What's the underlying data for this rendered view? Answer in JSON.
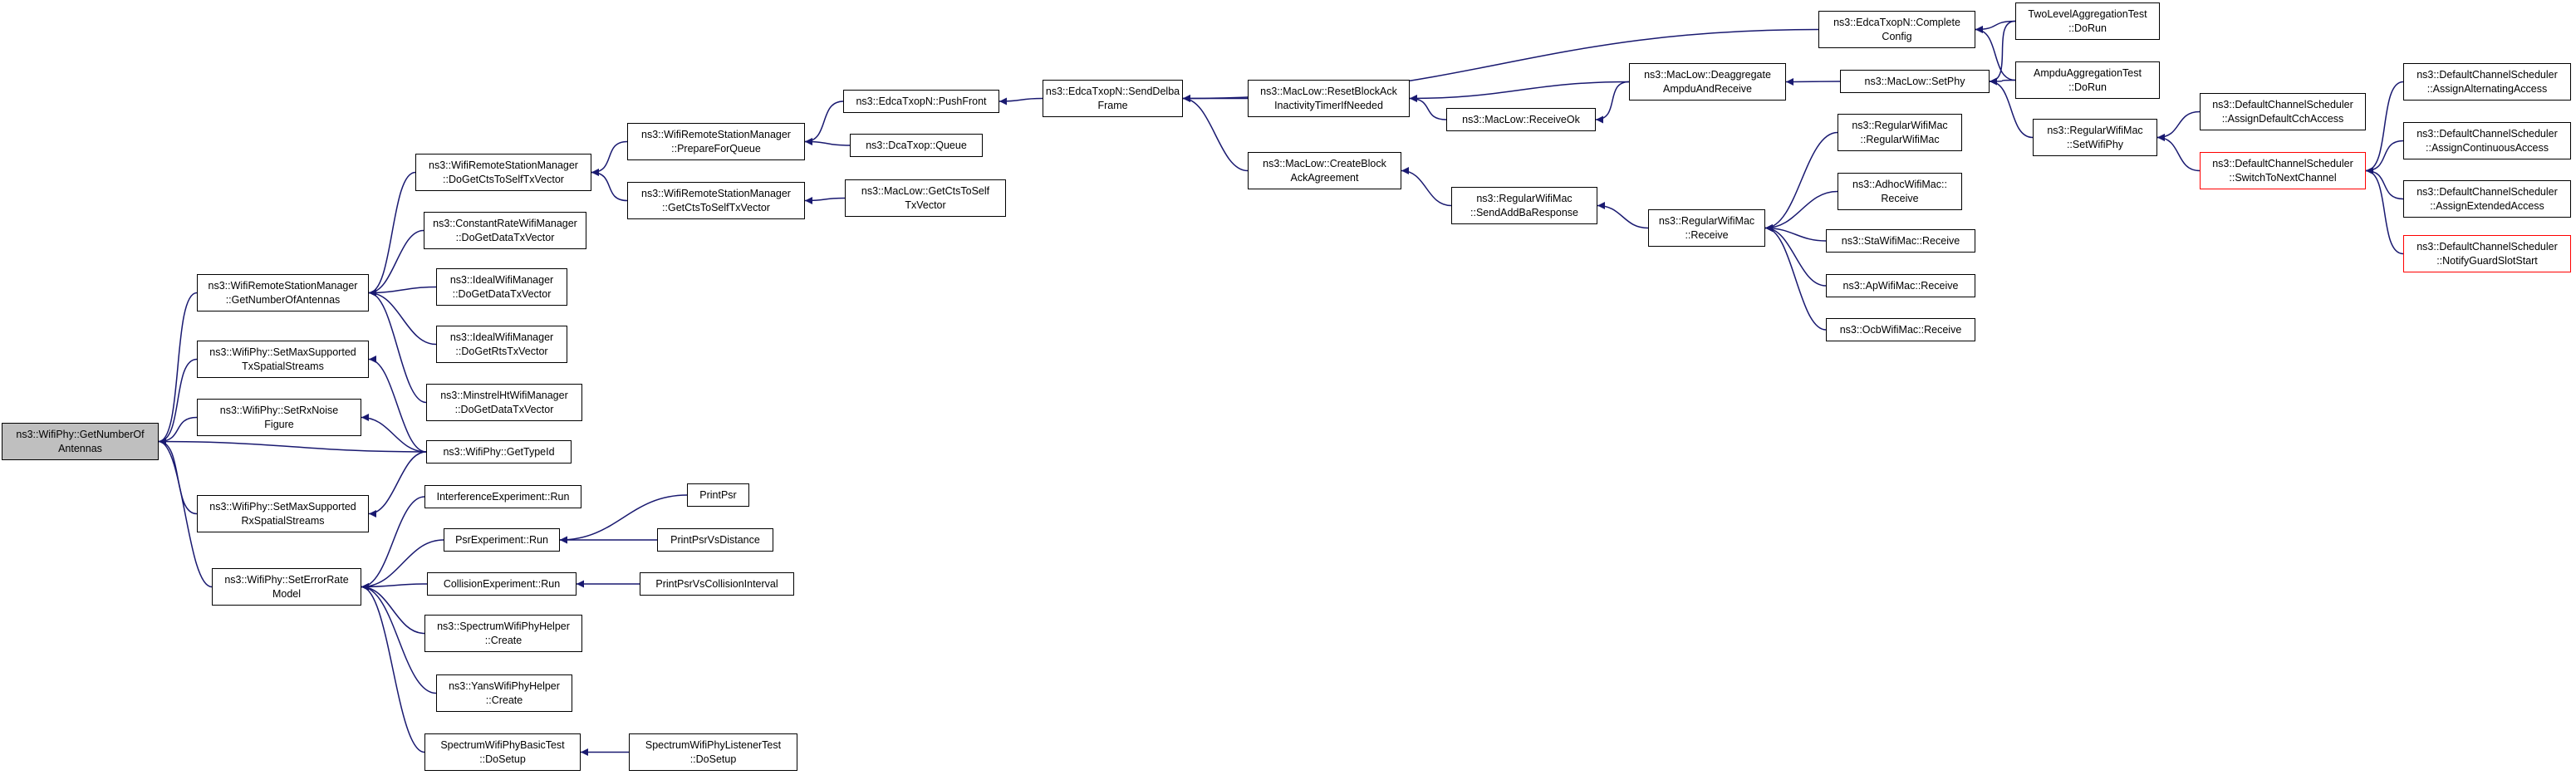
{
  "colors": {
    "edge": "#191970",
    "focus_fill": "#bfbfbf",
    "highlight_border": "#ff0000"
  },
  "nodes": [
    {
      "id": "focus",
      "lines": [
        "ns3::WifiPhy::GetNumberOf",
        "Antennas"
      ],
      "focus": true
    },
    {
      "id": "wrsmGetNum",
      "lines": [
        "ns3::WifiRemoteStationManager",
        "::GetNumberOfAntennas"
      ]
    },
    {
      "id": "setMaxTx",
      "lines": [
        "ns3::WifiPhy::SetMaxSupported",
        "TxSpatialStreams"
      ]
    },
    {
      "id": "setRxNoise",
      "lines": [
        "ns3::WifiPhy::SetRxNoise",
        "Figure"
      ]
    },
    {
      "id": "setMaxRx",
      "lines": [
        "ns3::WifiPhy::SetMaxSupported",
        "RxSpatialStreams"
      ]
    },
    {
      "id": "setErr",
      "lines": [
        "ns3::WifiPhy::SetErrorRate",
        "Model"
      ]
    },
    {
      "id": "wrsmCtsDo",
      "lines": [
        "ns3::WifiRemoteStationManager",
        "::DoGetCtsToSelfTxVector"
      ]
    },
    {
      "id": "constRate",
      "lines": [
        "ns3::ConstantRateWifiManager",
        "::DoGetDataTxVector"
      ]
    },
    {
      "id": "idealData",
      "lines": [
        "ns3::IdealWifiManager",
        "::DoGetDataTxVector"
      ]
    },
    {
      "id": "idealRts",
      "lines": [
        "ns3::IdealWifiManager",
        "::DoGetRtsTxVector"
      ]
    },
    {
      "id": "minstrel",
      "lines": [
        "ns3::MinstrelHtWifiManager",
        "::DoGetDataTxVector"
      ]
    },
    {
      "id": "getTypeId",
      "lines": [
        "ns3::WifiPhy::GetTypeId"
      ]
    },
    {
      "id": "interfRun",
      "lines": [
        "InterferenceExperiment::Run"
      ]
    },
    {
      "id": "psrRun",
      "lines": [
        "PsrExperiment::Run"
      ]
    },
    {
      "id": "collRun",
      "lines": [
        "CollisionExperiment::Run"
      ]
    },
    {
      "id": "specCreate",
      "lines": [
        "ns3::SpectrumWifiPhyHelper",
        "::Create"
      ]
    },
    {
      "id": "yansCreate",
      "lines": [
        "ns3::YansWifiPhyHelper",
        "::Create"
      ]
    },
    {
      "id": "specBasic",
      "lines": [
        "SpectrumWifiPhyBasicTest",
        "::DoSetup"
      ]
    },
    {
      "id": "specListen",
      "lines": [
        "SpectrumWifiPhyListenerTest",
        "::DoSetup"
      ]
    },
    {
      "id": "printPsr",
      "lines": [
        "PrintPsr"
      ]
    },
    {
      "id": "printPsrDist",
      "lines": [
        "PrintPsrVsDistance"
      ]
    },
    {
      "id": "printPsrColl",
      "lines": [
        "PrintPsrVsCollisionInterval"
      ]
    },
    {
      "id": "prepQueue",
      "lines": [
        "ns3::WifiRemoteStationManager",
        "::PrepareForQueue"
      ]
    },
    {
      "id": "wrsmCtsGet",
      "lines": [
        "ns3::WifiRemoteStationManager",
        "::GetCtsToSelfTxVector"
      ]
    },
    {
      "id": "pushFront",
      "lines": [
        "ns3::EdcaTxopN::PushFront"
      ]
    },
    {
      "id": "dcaQueue",
      "lines": [
        "ns3::DcaTxop::Queue"
      ]
    },
    {
      "id": "macCts",
      "lines": [
        "ns3::MacLow::GetCtsToSelf",
        "TxVector"
      ]
    },
    {
      "id": "sendDelba",
      "lines": [
        "ns3::EdcaTxopN::SendDelba",
        "Frame"
      ]
    },
    {
      "id": "resetBA",
      "lines": [
        "ns3::MacLow::ResetBlockAck",
        "InactivityTimerIfNeeded"
      ]
    },
    {
      "id": "createBA",
      "lines": [
        "ns3::MacLow::CreateBlock",
        "AckAgreement"
      ]
    },
    {
      "id": "complete",
      "lines": [
        "ns3::EdcaTxopN::Complete",
        "Config"
      ]
    },
    {
      "id": "receiveOk",
      "lines": [
        "ns3::MacLow::ReceiveOk"
      ]
    },
    {
      "id": "deagg",
      "lines": [
        "ns3::MacLow::Deaggregate",
        "AmpduAndReceive"
      ]
    },
    {
      "id": "sendAddBa",
      "lines": [
        "ns3::RegularWifiMac",
        "::SendAddBaResponse"
      ]
    },
    {
      "id": "rwmRecv",
      "lines": [
        "ns3::RegularWifiMac",
        "::Receive"
      ]
    },
    {
      "id": "setPhy",
      "lines": [
        "ns3::MacLow::SetPhy"
      ]
    },
    {
      "id": "rwmCtor",
      "lines": [
        "ns3::RegularWifiMac",
        "::RegularWifiMac"
      ]
    },
    {
      "id": "adhocRecv",
      "lines": [
        "ns3::AdhocWifiMac::",
        "Receive"
      ]
    },
    {
      "id": "staRecv",
      "lines": [
        "ns3::StaWifiMac::Receive"
      ]
    },
    {
      "id": "apRecv",
      "lines": [
        "ns3::ApWifiMac::Receive"
      ]
    },
    {
      "id": "ocbRecv",
      "lines": [
        "ns3::OcbWifiMac::Receive"
      ]
    },
    {
      "id": "twoLevel",
      "lines": [
        "TwoLevelAggregationTest",
        "::DoRun"
      ]
    },
    {
      "id": "ampduTest",
      "lines": [
        "AmpduAggregationTest",
        "::DoRun"
      ]
    },
    {
      "id": "rwmSetPhy",
      "lines": [
        "ns3::RegularWifiMac",
        "::SetWifiPhy"
      ]
    },
    {
      "id": "assignCch",
      "lines": [
        "ns3::DefaultChannelScheduler",
        "::AssignDefaultCchAccess"
      ]
    },
    {
      "id": "switchNext",
      "lines": [
        "ns3::DefaultChannelScheduler",
        "::SwitchToNextChannel"
      ],
      "red": true
    },
    {
      "id": "assignAlt",
      "lines": [
        "ns3::DefaultChannelScheduler",
        "::AssignAlternatingAccess"
      ]
    },
    {
      "id": "assignCont",
      "lines": [
        "ns3::DefaultChannelScheduler",
        "::AssignContinuousAccess"
      ]
    },
    {
      "id": "assignExt",
      "lines": [
        "ns3::DefaultChannelScheduler",
        "::AssignExtendedAccess"
      ]
    },
    {
      "id": "notifyGuard",
      "lines": [
        "ns3::DefaultChannelScheduler",
        "::NotifyGuardSlotStart"
      ],
      "red": true
    }
  ],
  "edges": [
    [
      "wrsmGetNum",
      "focus"
    ],
    [
      "setMaxTx",
      "focus"
    ],
    [
      "setRxNoise",
      "focus"
    ],
    [
      "getTypeId",
      "focus"
    ],
    [
      "setMaxRx",
      "focus"
    ],
    [
      "setErr",
      "focus"
    ],
    [
      "wrsmCtsDo",
      "wrsmGetNum"
    ],
    [
      "constRate",
      "wrsmGetNum"
    ],
    [
      "idealData",
      "wrsmGetNum"
    ],
    [
      "idealRts",
      "wrsmGetNum"
    ],
    [
      "minstrel",
      "wrsmGetNum"
    ],
    [
      "getTypeId",
      "setMaxTx"
    ],
    [
      "getTypeId",
      "setRxNoise"
    ],
    [
      "getTypeId",
      "setMaxRx"
    ],
    [
      "interfRun",
      "setErr"
    ],
    [
      "psrRun",
      "setErr"
    ],
    [
      "collRun",
      "setErr"
    ],
    [
      "specCreate",
      "setErr"
    ],
    [
      "yansCreate",
      "setErr"
    ],
    [
      "specBasic",
      "setErr"
    ],
    [
      "printPsr",
      "psrRun"
    ],
    [
      "printPsrDist",
      "psrRun"
    ],
    [
      "printPsrColl",
      "collRun"
    ],
    [
      "specListen",
      "specBasic"
    ],
    [
      "prepQueue",
      "wrsmCtsDo"
    ],
    [
      "wrsmCtsGet",
      "wrsmCtsDo"
    ],
    [
      "pushFront",
      "prepQueue"
    ],
    [
      "dcaQueue",
      "prepQueue"
    ],
    [
      "macCts",
      "wrsmCtsGet"
    ],
    [
      "sendDelba",
      "pushFront"
    ],
    [
      "complete",
      "sendDelba"
    ],
    [
      "resetBA",
      "sendDelba"
    ],
    [
      "createBA",
      "sendDelba"
    ],
    [
      "deagg",
      "resetBA"
    ],
    [
      "receiveOk",
      "resetBA"
    ],
    [
      "deagg",
      "receiveOk"
    ],
    [
      "sendAddBa",
      "createBA"
    ],
    [
      "rwmRecv",
      "sendAddBa"
    ],
    [
      "setPhy",
      "deagg"
    ],
    [
      "rwmCtor",
      "rwmRecv"
    ],
    [
      "adhocRecv",
      "rwmRecv"
    ],
    [
      "staRecv",
      "rwmRecv"
    ],
    [
      "apRecv",
      "rwmRecv"
    ],
    [
      "ocbRecv",
      "rwmRecv"
    ],
    [
      "twoLevel",
      "complete"
    ],
    [
      "ampduTest",
      "complete"
    ],
    [
      "twoLevel",
      "setPhy"
    ],
    [
      "ampduTest",
      "setPhy"
    ],
    [
      "rwmSetPhy",
      "setPhy"
    ],
    [
      "assignCch",
      "rwmSetPhy"
    ],
    [
      "switchNext",
      "rwmSetPhy"
    ],
    [
      "assignAlt",
      "switchNext"
    ],
    [
      "assignCont",
      "switchNext"
    ],
    [
      "assignExt",
      "switchNext"
    ],
    [
      "notifyGuard",
      "switchNext"
    ]
  ]
}
